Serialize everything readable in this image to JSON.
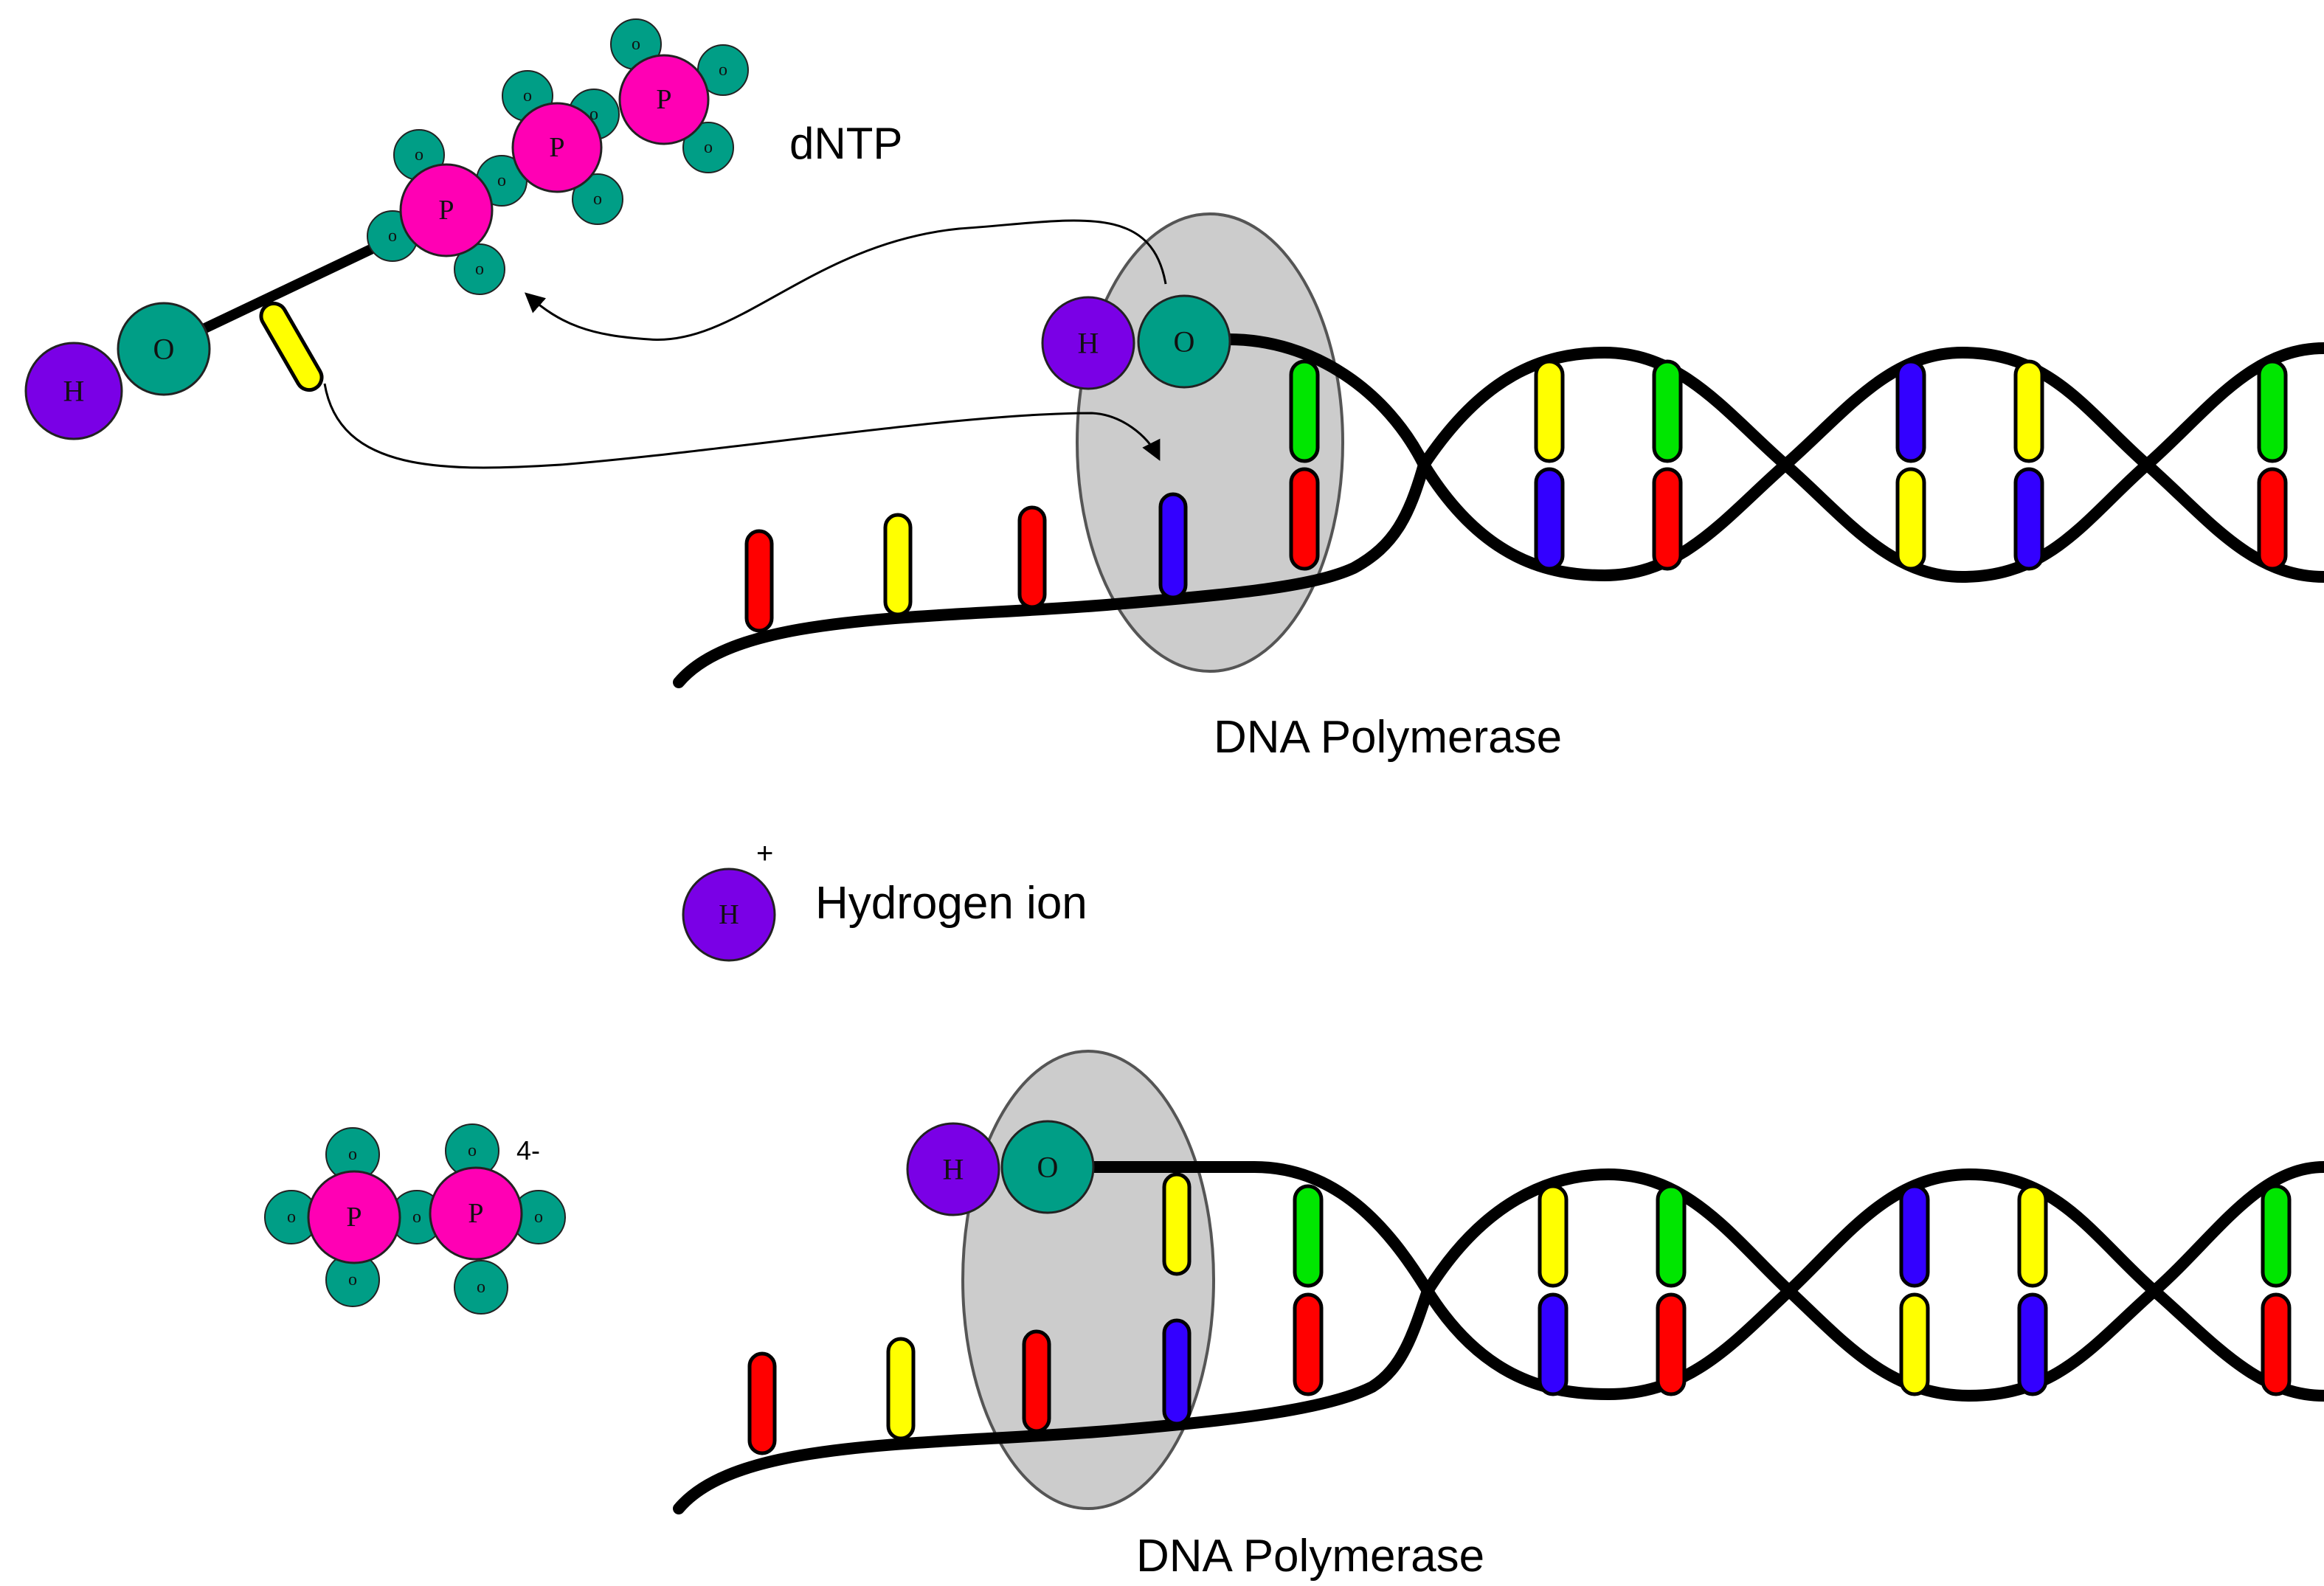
{
  "labels": {
    "dntp": "dNTP",
    "polymerase_top": "DNA Polymerase",
    "polymerase_bottom": "DNA Polymerase",
    "hydrogen_ion": "Hydrogen ion",
    "hydrogen_charge": "+",
    "pyrophosphate_charge": "4-"
  },
  "atoms": {
    "hydrogen": "H",
    "oxygen": "O",
    "phosphorus": "P",
    "small_oxygen": "o"
  },
  "colors": {
    "hydrogen": "#7a00e6",
    "oxygen": "#009e86",
    "phosphorus": "#ff00b4",
    "polymerase": "#cccccc",
    "base_red": "#ff0000",
    "base_yellow": "#ffff00",
    "base_green": "#00e600",
    "base_blue": "#3300ff"
  }
}
